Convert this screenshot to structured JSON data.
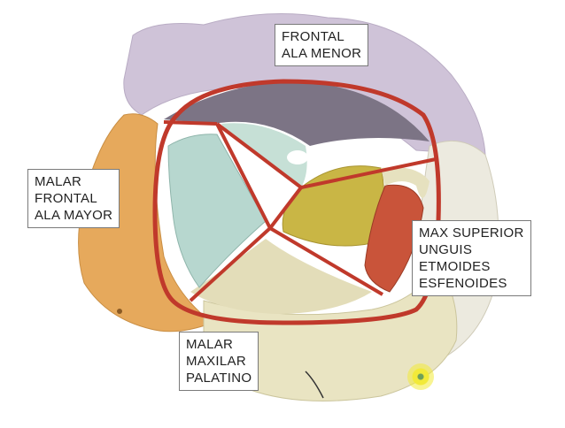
{
  "labels": {
    "top": [
      "FRONTAL",
      "ALA MENOR"
    ],
    "left": [
      "MALAR",
      "FRONTAL",
      "ALA MAYOR"
    ],
    "right": [
      "MAX SUPERIOR",
      "UNGUIS",
      "ETMOIDES",
      "ESFENOIDES"
    ],
    "bottom": [
      "MALAR",
      "MAXILAR",
      "PALATINO"
    ]
  },
  "colors": {
    "frontal_bone": "#cfc3d8",
    "malar_bone": "#e6a95c",
    "maxilla_bone": "#e9e4c2",
    "ethmoid_bone": "#c9b645",
    "lacrimal_bone": "#c9543a",
    "sphenoid_bone": "#b7d7cf",
    "orbit_outline": "#c0392b",
    "cursor_highlight": "#f2ea39"
  }
}
